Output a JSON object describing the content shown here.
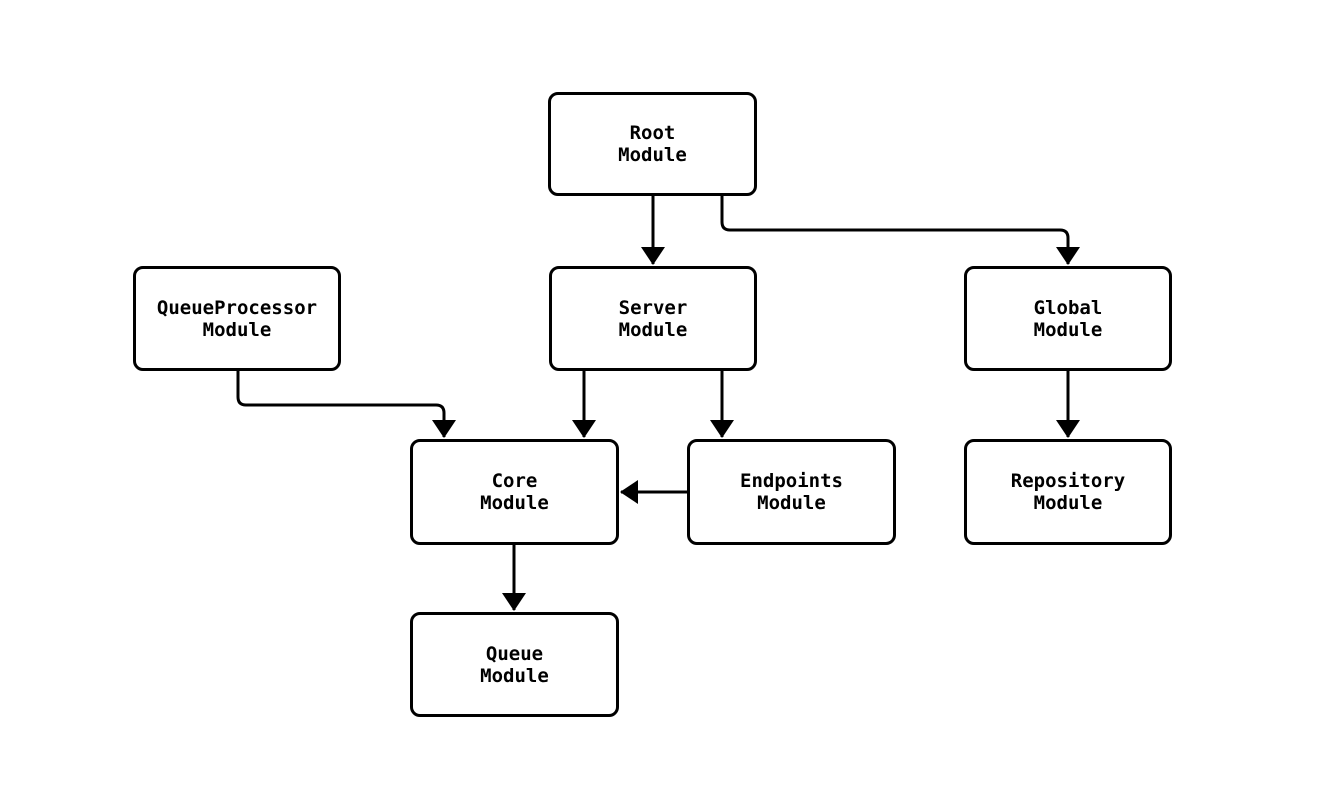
{
  "diagram": {
    "type": "module-dependency-flowchart",
    "background_color": "#ffffff",
    "node_fill_color": "#ffffff",
    "node_border_color": "#000000",
    "edge_color": "#000000",
    "nodes": {
      "root": {
        "line1": "Root",
        "line2": "Module"
      },
      "queueprocessor": {
        "line1": "QueueProcessor",
        "line2": "Module"
      },
      "server": {
        "line1": "Server",
        "line2": "Module"
      },
      "global": {
        "line1": "Global",
        "line2": "Module"
      },
      "core": {
        "line1": "Core",
        "line2": "Module"
      },
      "endpoints": {
        "line1": "Endpoints",
        "line2": "Module"
      },
      "repository": {
        "line1": "Repository",
        "line2": "Module"
      },
      "queue": {
        "line1": "Queue",
        "line2": "Module"
      }
    },
    "edges": [
      {
        "from": "root",
        "to": "server"
      },
      {
        "from": "root",
        "to": "global"
      },
      {
        "from": "queueprocessor",
        "to": "core"
      },
      {
        "from": "server",
        "to": "core"
      },
      {
        "from": "server",
        "to": "endpoints"
      },
      {
        "from": "endpoints",
        "to": "core"
      },
      {
        "from": "core",
        "to": "queue"
      },
      {
        "from": "global",
        "to": "repository"
      }
    ]
  }
}
